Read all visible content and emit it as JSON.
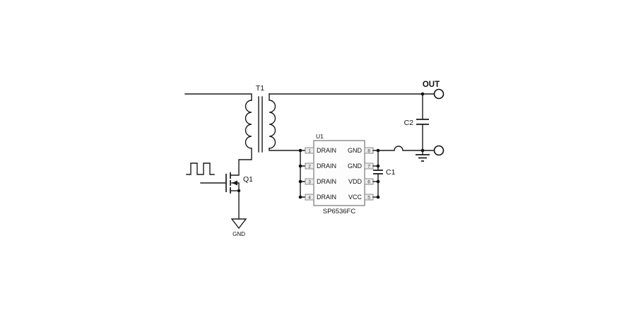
{
  "diagram": {
    "bg_color": "#ffffff",
    "wire_color": "#1a1a1a",
    "ic_outline_color": "#808080",
    "pin_box_fill": "#ececec",
    "labels": {
      "transformer_ref": "T1",
      "mosfet_ref": "Q1",
      "mosfet_ground": "GND",
      "cap1_ref": "C1",
      "cap2_ref": "C2",
      "output": "OUT"
    },
    "ic": {
      "ref": "U1",
      "part_number": "SP6536FC",
      "left_pins": [
        {
          "num": "1",
          "name": "DRAIN"
        },
        {
          "num": "2",
          "name": "DRAIN"
        },
        {
          "num": "3",
          "name": "DRAIN"
        },
        {
          "num": "4",
          "name": "DRAIN"
        }
      ],
      "right_pins": [
        {
          "num": "8",
          "name": "GND"
        },
        {
          "num": "7",
          "name": "GND"
        },
        {
          "num": "6",
          "name": "VDD"
        },
        {
          "num": "5",
          "name": "VCC"
        }
      ]
    }
  }
}
